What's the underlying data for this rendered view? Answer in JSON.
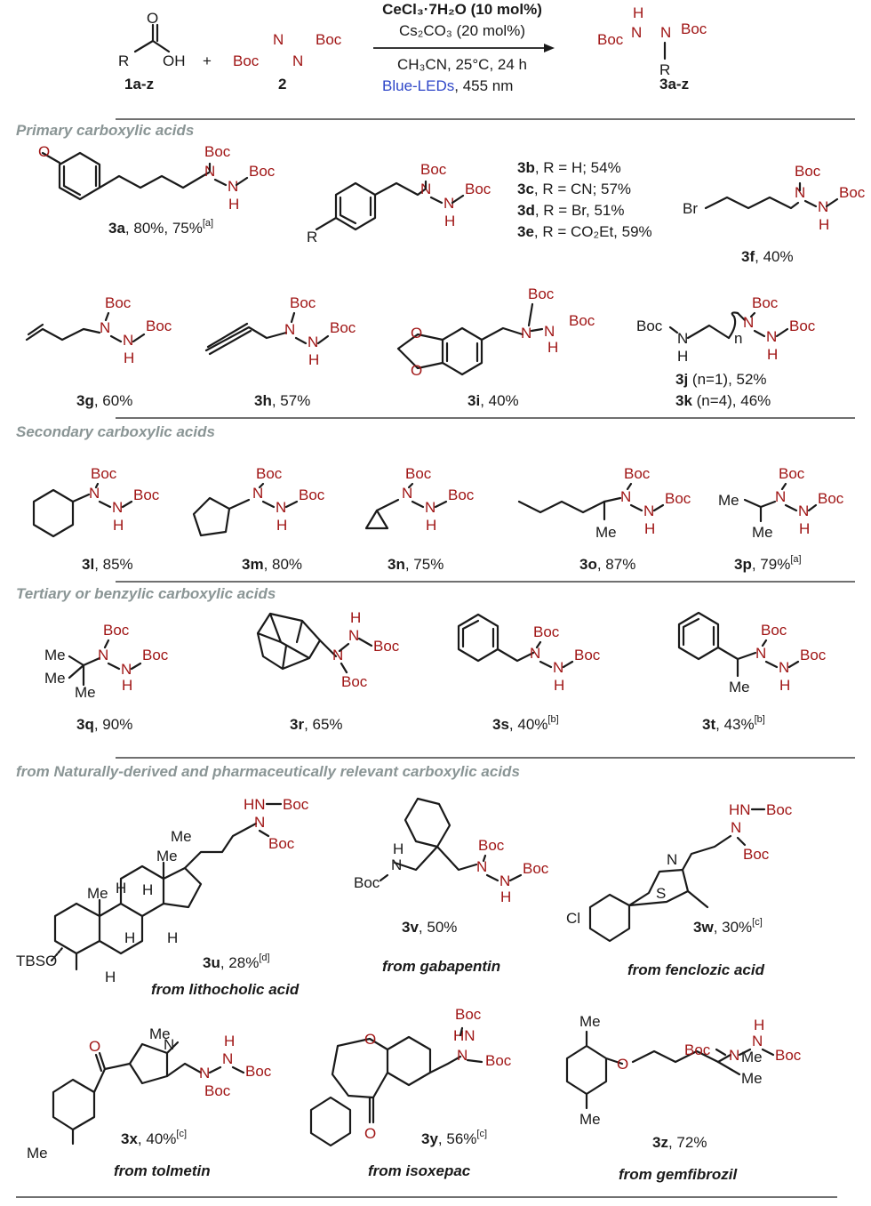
{
  "scheme": {
    "reactant1": {
      "atoms": {
        "r": "R",
        "o": "O",
        "oh": "OH"
      },
      "label": "1a-z"
    },
    "plus": "+",
    "reactant2": {
      "boc_left": "Boc",
      "n1": "N",
      "n2": "N",
      "boc_right": "Boc",
      "label": "2"
    },
    "conditions": {
      "line1": "CeCl₃·7H₂O (10 mol%)",
      "line2": "Cs₂CO₃ (20 mol%)",
      "line3": "CH₃CN, 25°C, 24 h",
      "line4_blue": "Blue-LEDs",
      "line4_rest": ", 455 nm"
    },
    "product": {
      "h": "H",
      "n1": "N",
      "n2": "N",
      "boc_left": "Boc",
      "boc_right": "Boc",
      "r": "R",
      "label": "3a-z"
    }
  },
  "sections": {
    "primary": "Primary carboxylic acids",
    "secondary": "Secondary carboxylic acids",
    "tertiary": "Tertiary or benzylic carboxylic acids",
    "natural": "from Naturally-derived and pharmaceutically relevant carboxylic acids"
  },
  "hydrazide": {
    "boc": "Boc",
    "n": "N",
    "h": "H",
    "hn": "HN"
  },
  "primary": {
    "3a": {
      "id": "3a",
      "yield": ", 80%, 75%",
      "note": "[a]"
    },
    "3be_list": [
      {
        "id": "3b",
        "text": ", R = H; 54%"
      },
      {
        "id": "3c",
        "text": ", R = CN; 57%"
      },
      {
        "id": "3d",
        "text": ", R = Br, 51%"
      },
      {
        "id": "3e",
        "text": ", R = CO₂Et, 59%"
      }
    ],
    "3be_r": "R",
    "3f": {
      "id": "3f",
      "yield": ", 40%",
      "br": "Br"
    },
    "3g": {
      "id": "3g",
      "yield": ", 60%"
    },
    "3h": {
      "id": "3h",
      "yield": ", 57%"
    },
    "3i": {
      "id": "3i",
      "yield": ", 40%"
    },
    "3jk": {
      "id1": "3j",
      "text1": " (n=1), 52%",
      "id2": "3k",
      "text2": " (n=4), 46%",
      "n": "n",
      "nh": "H"
    }
  },
  "secondary": {
    "3l": {
      "id": "3l",
      "yield": ", 85%"
    },
    "3m": {
      "id": "3m",
      "yield": ", 80%"
    },
    "3n": {
      "id": "3n",
      "yield": ", 75%"
    },
    "3o": {
      "id": "3o",
      "yield": ", 87%",
      "me": "Me"
    },
    "3p": {
      "id": "3p",
      "yield": ", 79%",
      "note": "[a]",
      "me": "Me"
    }
  },
  "tertiary": {
    "3q": {
      "id": "3q",
      "yield": ", 90%",
      "me": "Me"
    },
    "3r": {
      "id": "3r",
      "yield": ", 65%"
    },
    "3s": {
      "id": "3s",
      "yield": ", 40%",
      "note": "[b]"
    },
    "3t": {
      "id": "3t",
      "yield": ", 43%",
      "note": "[b]",
      "me": "Me"
    }
  },
  "natural": {
    "3u": {
      "id": "3u",
      "yield": ", 28%",
      "note": "[d]",
      "from": "from lithocholic acid",
      "tbso": "TBSO",
      "me": "Me",
      "h": "H"
    },
    "3v": {
      "id": "3v",
      "yield": ", 50%",
      "from": "from gabapentin"
    },
    "3w": {
      "id": "3w",
      "yield": ", 30%",
      "note": "[c]",
      "from": "from fenclozic acid",
      "cl": "Cl",
      "s": "S",
      "n": "N"
    },
    "3x": {
      "id": "3x",
      "yield": ", 40%",
      "note": "[c]",
      "from": "from tolmetin",
      "me": "Me",
      "n": "N",
      "o": "O"
    },
    "3y": {
      "id": "3y",
      "yield": ", 56%",
      "note": "[c]",
      "from": "from isoxepac",
      "o": "O"
    },
    "3z": {
      "id": "3z",
      "yield": ", 72%",
      "from": "from gemfibrozil",
      "me": "Me",
      "o": "O"
    }
  },
  "colors": {
    "heteroatom": "#a01616",
    "blue_led": "#2e46c8",
    "section_title": "#8a9595"
  }
}
